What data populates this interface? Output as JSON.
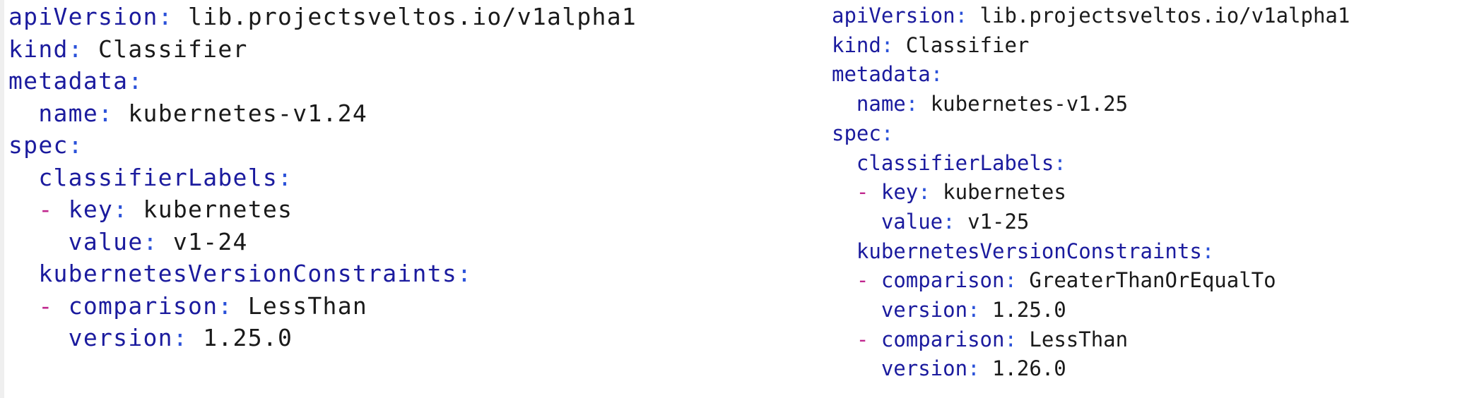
{
  "page": {
    "background_color": "#ffffff",
    "left_gutter_color": "#efefef"
  },
  "syntax_colors": {
    "k": "#1b1b9e",
    "p": "#2b52d9",
    "d": "#c0278e",
    "v": "#1a1a1a"
  },
  "blocks": [
    {
      "position": "left",
      "language": "yaml",
      "lines": [
        [
          [
            "k",
            "apiVersion"
          ],
          [
            "p",
            ":"
          ],
          [
            "v",
            " lib.projectsveltos.io/v1alpha1"
          ]
        ],
        [
          [
            "k",
            "kind"
          ],
          [
            "p",
            ":"
          ],
          [
            "v",
            " Classifier"
          ]
        ],
        [
          [
            "k",
            "metadata"
          ],
          [
            "p",
            ":"
          ]
        ],
        [
          [
            "v",
            "  "
          ],
          [
            "k",
            "name"
          ],
          [
            "p",
            ":"
          ],
          [
            "v",
            " kubernetes-v1.24"
          ]
        ],
        [
          [
            "k",
            "spec"
          ],
          [
            "p",
            ":"
          ]
        ],
        [
          [
            "v",
            "  "
          ],
          [
            "k",
            "classifierLabels"
          ],
          [
            "p",
            ":"
          ]
        ],
        [
          [
            "v",
            "  "
          ],
          [
            "d",
            "-"
          ],
          [
            "v",
            " "
          ],
          [
            "k",
            "key"
          ],
          [
            "p",
            ":"
          ],
          [
            "v",
            " kubernetes"
          ]
        ],
        [
          [
            "v",
            "    "
          ],
          [
            "k",
            "value"
          ],
          [
            "p",
            ":"
          ],
          [
            "v",
            " v1-24"
          ]
        ],
        [
          [
            "v",
            "  "
          ],
          [
            "k",
            "kubernetesVersionConstraints"
          ],
          [
            "p",
            ":"
          ]
        ],
        [
          [
            "v",
            "  "
          ],
          [
            "d",
            "-"
          ],
          [
            "v",
            " "
          ],
          [
            "k",
            "comparison"
          ],
          [
            "p",
            ":"
          ],
          [
            "v",
            " LessThan"
          ]
        ],
        [
          [
            "v",
            "    "
          ],
          [
            "k",
            "version"
          ],
          [
            "p",
            ":"
          ],
          [
            "v",
            " 1.25.0"
          ]
        ]
      ]
    },
    {
      "position": "right",
      "language": "yaml",
      "lines": [
        [
          [
            "k",
            "apiVersion"
          ],
          [
            "p",
            ":"
          ],
          [
            "v",
            " lib.projectsveltos.io/v1alpha1"
          ]
        ],
        [
          [
            "k",
            "kind"
          ],
          [
            "p",
            ":"
          ],
          [
            "v",
            " Classifier"
          ]
        ],
        [
          [
            "k",
            "metadata"
          ],
          [
            "p",
            ":"
          ]
        ],
        [
          [
            "v",
            "  "
          ],
          [
            "k",
            "name"
          ],
          [
            "p",
            ":"
          ],
          [
            "v",
            " kubernetes-v1.25"
          ]
        ],
        [
          [
            "k",
            "spec"
          ],
          [
            "p",
            ":"
          ]
        ],
        [
          [
            "v",
            "  "
          ],
          [
            "k",
            "classifierLabels"
          ],
          [
            "p",
            ":"
          ]
        ],
        [
          [
            "v",
            "  "
          ],
          [
            "d",
            "-"
          ],
          [
            "v",
            " "
          ],
          [
            "k",
            "key"
          ],
          [
            "p",
            ":"
          ],
          [
            "v",
            " kubernetes"
          ]
        ],
        [
          [
            "v",
            "    "
          ],
          [
            "k",
            "value"
          ],
          [
            "p",
            ":"
          ],
          [
            "v",
            " v1-25"
          ]
        ],
        [
          [
            "v",
            "  "
          ],
          [
            "k",
            "kubernetesVersionConstraints"
          ],
          [
            "p",
            ":"
          ]
        ],
        [
          [
            "v",
            "  "
          ],
          [
            "d",
            "-"
          ],
          [
            "v",
            " "
          ],
          [
            "k",
            "comparison"
          ],
          [
            "p",
            ":"
          ],
          [
            "v",
            " GreaterThanOrEqualTo"
          ]
        ],
        [
          [
            "v",
            "    "
          ],
          [
            "k",
            "version"
          ],
          [
            "p",
            ":"
          ],
          [
            "v",
            " 1.25.0"
          ]
        ],
        [
          [
            "v",
            "  "
          ],
          [
            "d",
            "-"
          ],
          [
            "v",
            " "
          ],
          [
            "k",
            "comparison"
          ],
          [
            "p",
            ":"
          ],
          [
            "v",
            " LessThan"
          ]
        ],
        [
          [
            "v",
            "    "
          ],
          [
            "k",
            "version"
          ],
          [
            "p",
            ":"
          ],
          [
            "v",
            " 1.26.0"
          ]
        ]
      ]
    }
  ]
}
